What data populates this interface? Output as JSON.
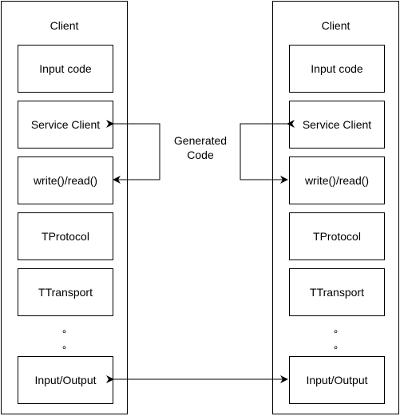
{
  "left_column": {
    "title": "Client",
    "boxes": [
      "Input code",
      "Service Client",
      "write()/read()",
      "TProtocol",
      "TTransport",
      "Input/Output"
    ],
    "dots": [
      "∘",
      "∘"
    ]
  },
  "right_column": {
    "title": "Client",
    "boxes": [
      "Input code",
      "Service Client",
      "write()/read()",
      "TProtocol",
      "TTransport",
      "Input/Output"
    ],
    "dots": [
      "∘",
      "∘"
    ]
  },
  "annotation": {
    "line1": "Generated",
    "line2": "Code"
  }
}
